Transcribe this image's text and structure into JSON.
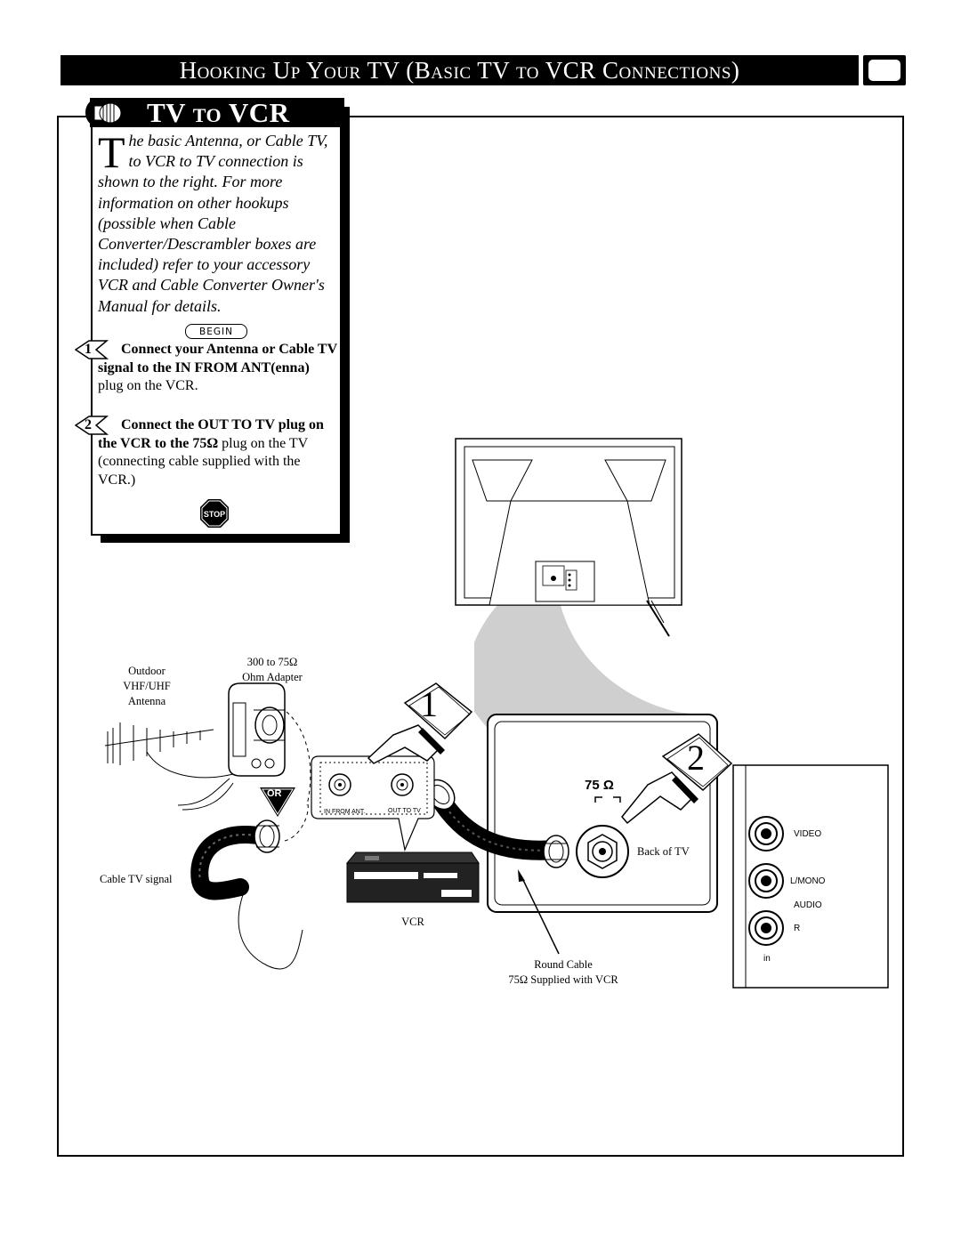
{
  "header": {
    "title": "Hooking Up Your TV (Basic TV to VCR Connections)"
  },
  "panel": {
    "title": "TV to VCR",
    "intro_dropcap": "T",
    "intro_text": "he basic Antenna, or Cable TV, to VCR to TV connection is shown to the right. For more information on other hookups (possible when Cable Converter/Descrambler boxes are included) refer to your accessory VCR and Cable Converter Owner's Manual for details.",
    "begin_label": "BEGIN",
    "steps": [
      {
        "number": "1",
        "bold_text": "Connect your Antenna or Cable TV signal to the IN FROM ANT(enna)",
        "text": " plug on the VCR."
      },
      {
        "number": "2",
        "bold_text": "Connect the OUT TO TV plug on the VCR to the 75Ω",
        "text": " plug on the TV (connecting cable supplied with the VCR.)"
      }
    ],
    "stop_label": "STOP"
  },
  "diagram": {
    "antenna_label": [
      "Outdoor",
      "VHF/UHF",
      "Antenna"
    ],
    "adapter_label": [
      "300 to 75Ω",
      "Ohm Adapter"
    ],
    "or_label": "OR",
    "cable_tv_label": "Cable TV signal",
    "vcr_label": "VCR",
    "in_from_ant": "IN FROM ANT.",
    "out_to_tv": "OUT TO TV",
    "step1_number": "1",
    "step2_number": "2",
    "ohm_label": "75 Ω",
    "back_of_tv_label": "Back of TV",
    "round_cable_label": [
      "Round Cable",
      "75Ω Supplied with VCR"
    ],
    "jack_panel": {
      "video": "VIDEO",
      "lmono": "L/MONO",
      "audio": "AUDIO",
      "r": "R",
      "in": "in"
    }
  }
}
